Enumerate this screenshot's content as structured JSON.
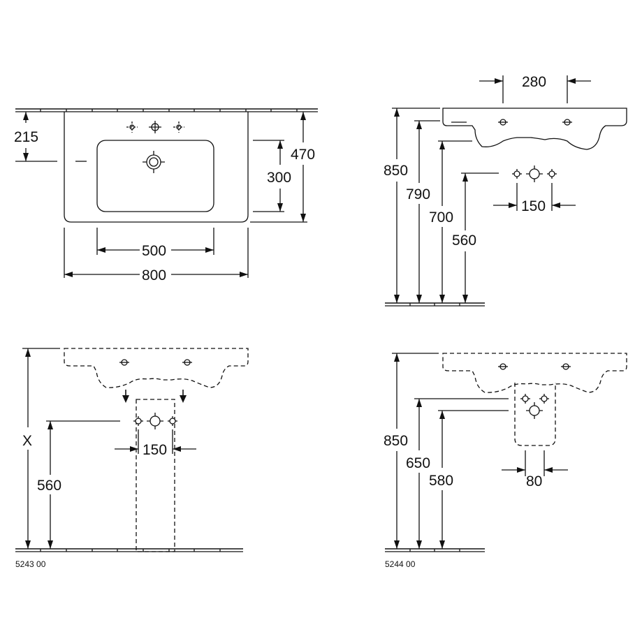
{
  "top_left": {
    "dim_215": "215",
    "dim_470": "470",
    "dim_300": "300",
    "dim_500": "500",
    "dim_800": "800"
  },
  "top_right": {
    "dim_280": "280",
    "dim_850": "850",
    "dim_790": "790",
    "dim_700": "700",
    "dim_560": "560",
    "dim_150": "150"
  },
  "bottom_left": {
    "dim_x": "X",
    "dim_560": "560",
    "dim_150": "150",
    "code": "5243 00"
  },
  "bottom_right": {
    "dim_850": "850",
    "dim_650": "650",
    "dim_580": "580",
    "dim_80": "80",
    "code": "5244 00"
  }
}
